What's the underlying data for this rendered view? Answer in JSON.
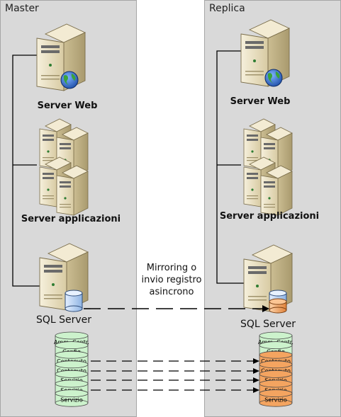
{
  "master": {
    "title": "Master",
    "web_label": "Server Web",
    "app_label": "Server applicazioni",
    "sql_label": "SQL Server",
    "db_layers": [
      "Amm. Centr.",
      "Config",
      "Contenuto",
      "Contenuto",
      "Servizio",
      "Servizio",
      "Servizio"
    ]
  },
  "replica": {
    "title": "Replica",
    "web_label": "Server Web",
    "app_label": "Server applicazioni",
    "sql_label": "SQL Server",
    "db_layers": [
      "Amm. Centr.",
      "Config",
      "Contenuto",
      "Contenuto",
      "Servizio",
      "Servizio",
      "Servizio"
    ]
  },
  "mirroring": {
    "line1": "Mirroring o",
    "line2": "invio registro",
    "line3": "asincrono"
  },
  "colors": {
    "panel_bg": "#d9d9d9",
    "db_green": "#ccf2cc",
    "db_orange": "#f4a460",
    "db_blue": "#b8d3f0",
    "server_beige": "#efe6cc"
  }
}
